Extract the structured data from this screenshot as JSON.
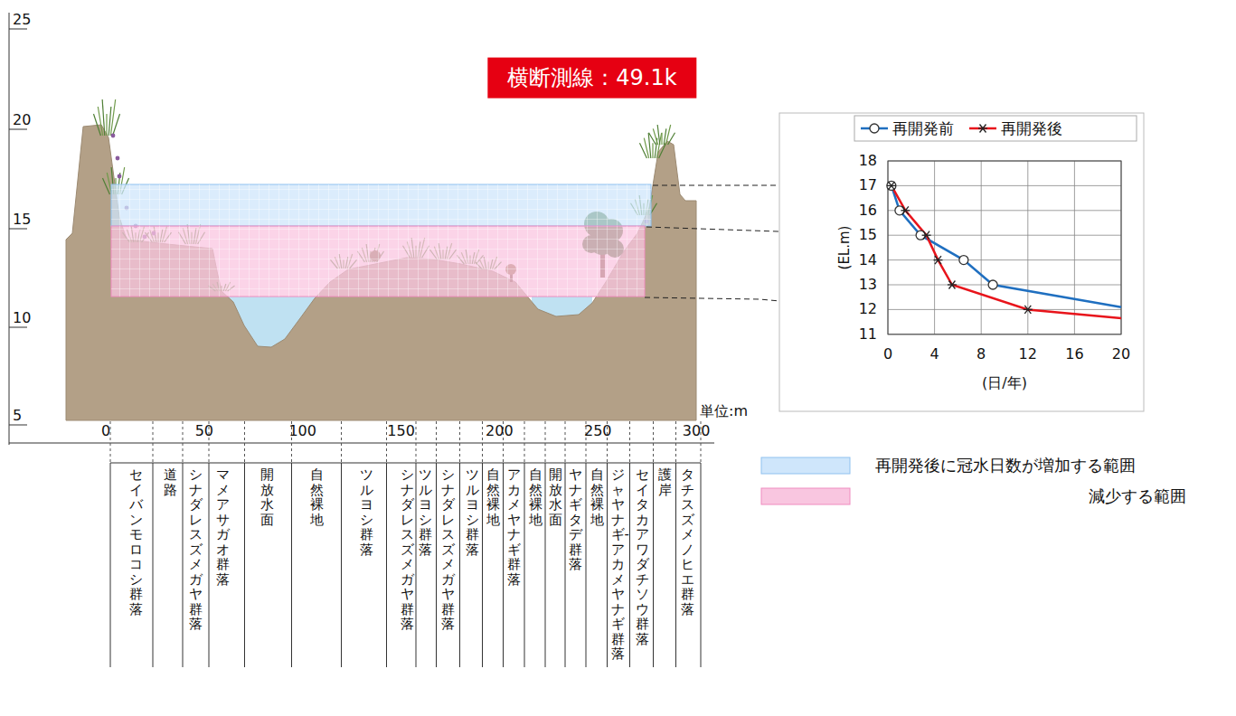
{
  "diagram": {
    "nodes": [
      {
        "text": [
          "横断測線：49.1k"
        ]
      }
    ],
    "labels": [
      "25",
      "20",
      "15",
      "10",
      "5",
      "0",
      "50",
      "100",
      "150",
      "200",
      "250",
      "300",
      "単位:m",
      "セイバンモロコシ群落",
      "道路",
      "シナダレスズメガヤ群落",
      "マメアサガオ群落",
      "開放水面",
      "自然裸地",
      "ツルヨシ群落",
      "シナダレスズメガヤ群落",
      "ツルヨシ群落",
      "シナダレスズメガヤ群落",
      "ツルヨシ群落",
      "自然裸地",
      "アカメヤナギ群落",
      "自然裸地",
      "開放水面",
      "ヤナギタデ群落",
      "自然裸地",
      "ジャヤナギ-アカメヤナギ群落",
      "セイタカアワダチソウ群落",
      "護岸",
      "タチスズメノヒエ群落",
      "18",
      "17",
      "16",
      "15",
      "14",
      "13",
      "12",
      "11",
      "0",
      "4",
      "8",
      "12",
      "16",
      "20",
      "(EL.m)",
      "(日/年)"
    ],
    "legend": [
      {
        "text": "再開発前"
      },
      {
        "text": "再開発後"
      },
      {
        "text": "再開発後に冠水日数が増加する範囲",
        "color": "#cfe6fb"
      },
      {
        "text": "減少する範囲",
        "color": "#f9c6e0"
      }
    ]
  }
}
